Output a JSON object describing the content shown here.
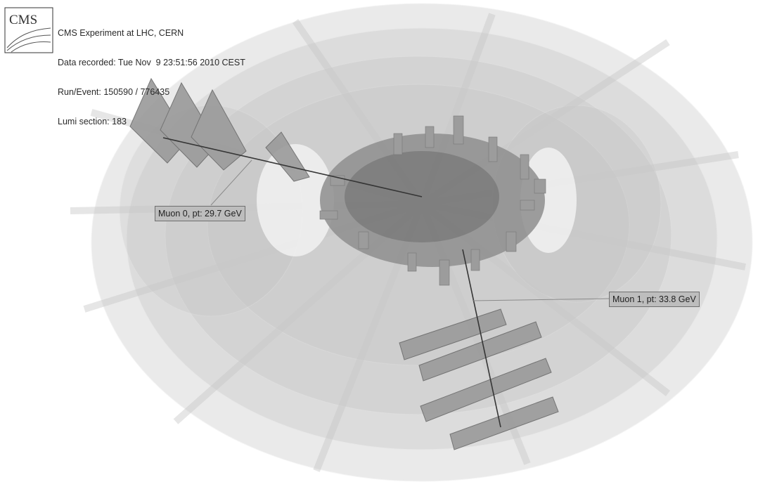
{
  "event_info": {
    "experiment": "CMS Experiment at LHC, CERN",
    "data_recorded": "Data recorded: Tue Nov  9 23:51:56 2010 CEST",
    "run_event": "Run/Event: 150590 / 776435",
    "lumi_section": "Lumi section: 183"
  },
  "logo": {
    "text": "CMS"
  },
  "muon_labels": [
    {
      "text": "Muon 0, pt: 29.7 GeV"
    },
    {
      "text": "Muon 1, pt: 33.8 GeV"
    }
  ],
  "colors": {
    "background": "#ffffff",
    "detector_layers": "#d2d2d2",
    "calorimeter": "#8f8f8f",
    "muon_chambers": "#9a9a9a",
    "label_fill": "#bdbdbd",
    "track": "#3a3a3a"
  }
}
